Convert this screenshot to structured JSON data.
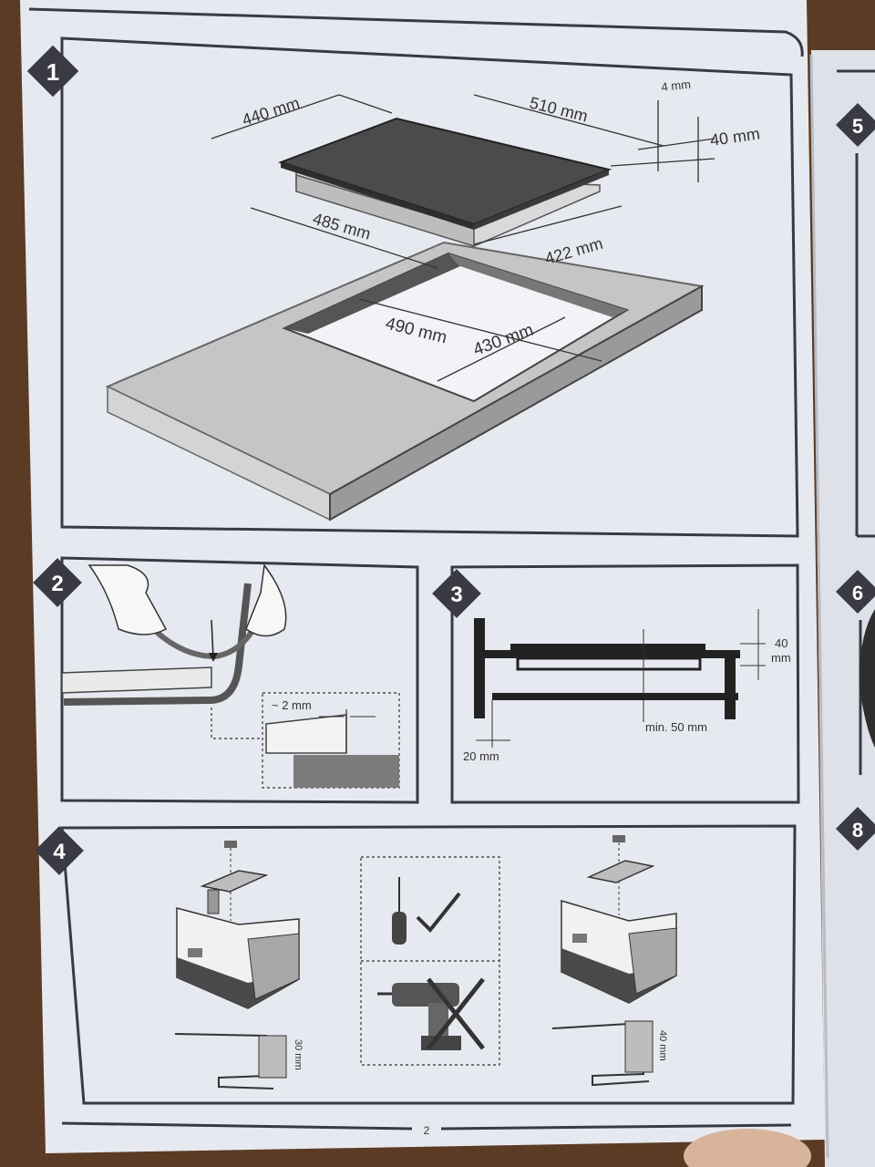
{
  "page_number": "2",
  "steps": [
    "1",
    "2",
    "3",
    "4",
    "5",
    "6",
    "8"
  ],
  "step1": {
    "width_440": "440 mm",
    "depth_510": "510 mm",
    "thick_4": "4 mm",
    "height_40": "40 mm",
    "width_485": "485 mm",
    "depth_422": "422 mm",
    "cutout_490": "490 mm",
    "cutout_430": "430 mm"
  },
  "step2": {
    "gap_label": "~ 2 mm"
  },
  "step3": {
    "height_top": "40",
    "height_unit": "mm",
    "clearance": "min. 50 mm",
    "side_gap": "20 mm"
  },
  "step4": {
    "left_thickness": "30 mm",
    "right_thickness": "40 mm"
  },
  "colors": {
    "paper": "#e9ebf2",
    "frame": "#3a3a44",
    "surface": "#c4c4c4",
    "dark": "#404040",
    "background": "#5a3a24"
  }
}
